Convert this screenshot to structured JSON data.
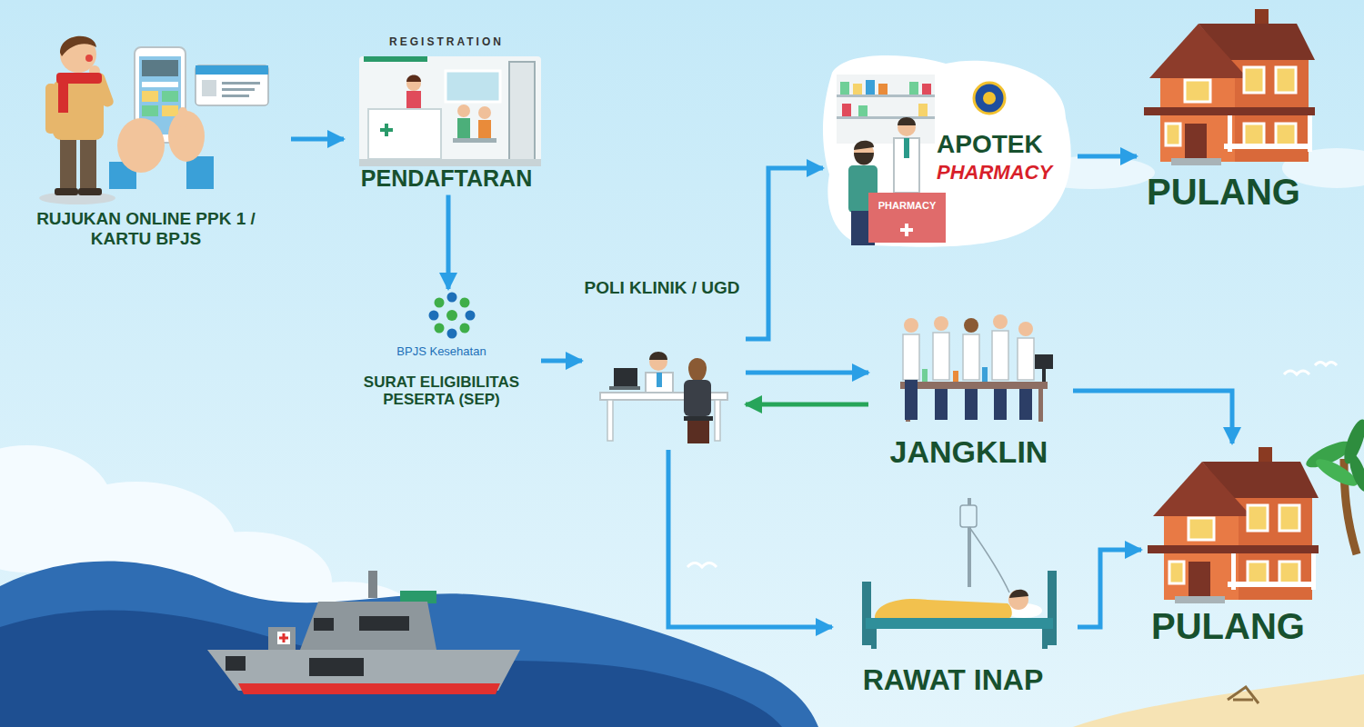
{
  "diagram": {
    "nodes": [
      {
        "text": [
          "RUJUKAN ONLINE PPK 1 / KARTU BPJS"
        ]
      },
      {
        "text": [
          "REGISTRATION",
          "PENDAFTARAN"
        ]
      },
      {
        "text": [
          "BPJS Kesehatan",
          "SURAT ELIGIBILITAS PESERTA (SEP)"
        ]
      },
      {
        "text": [
          "POLI KLINIK / UGD"
        ]
      },
      {
        "text": [
          "APOTEK",
          "PHARMACY"
        ]
      },
      {
        "text": [
          "PULANG"
        ]
      },
      {
        "text": [
          "JANGKLIN"
        ]
      },
      {
        "text": [
          "RAWAT INAP"
        ]
      },
      {
        "text": [
          "PULANG"
        ]
      }
    ],
    "edges": [
      {
        "from": 0,
        "to": 1,
        "arrow": "to"
      },
      {
        "from": 1,
        "to": 2,
        "arrow": "to"
      },
      {
        "from": 2,
        "to": 3,
        "arrow": "to"
      },
      {
        "from": 3,
        "to": 4,
        "arrow": "to"
      },
      {
        "from": 4,
        "to": 5,
        "arrow": "to"
      },
      {
        "from": 3,
        "to": 6,
        "arrow": "to"
      },
      {
        "from": 6,
        "to": 3,
        "arrow": "to"
      },
      {
        "from": 6,
        "to": 8,
        "arrow": "to"
      },
      {
        "from": 3,
        "to": 7,
        "arrow": "to"
      },
      {
        "from": 7,
        "to": 8,
        "arrow": "to"
      }
    ],
    "labels": [
      "PHARMACY"
    ]
  }
}
